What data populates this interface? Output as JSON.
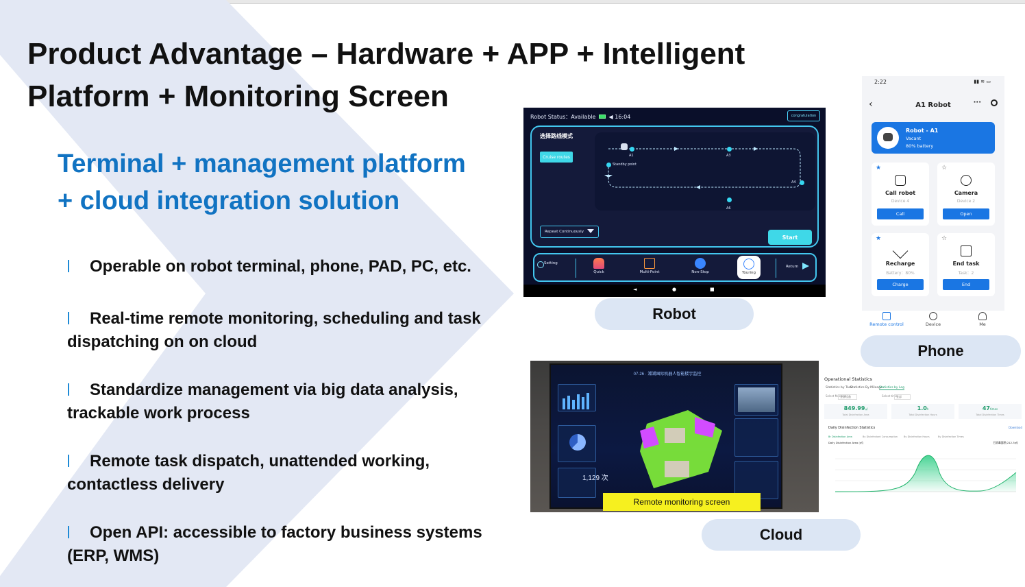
{
  "slide": {
    "title": "Product Advantage – Hardware + APP + Intelligent\nPlatform + Monitoring Screen",
    "subtitle": "Terminal + management platform\n+ cloud integration solution",
    "bullets": [
      "Operable on robot terminal, phone, PAD, PC, etc.",
      "Real-time remote monitoring, scheduling and task dispatching on on cloud",
      "Standardize management via big data analysis, trackable work process",
      "Remote task dispatch, unattended working, contactless delivery",
      "Open API: accessible to factory business systems (ERP, WMS)"
    ],
    "labels": {
      "robot": "Robot",
      "phone": "Phone",
      "cloud": "Cloud"
    },
    "colors": {
      "title": "#111111",
      "subtitle": "#1173c2",
      "bullet_bar": "#1e8ad6",
      "pill": "#dce6f4",
      "chevron": "#e3e8f4"
    }
  },
  "robot_screen": {
    "status": "Robot Status：Available",
    "battery_icon": "battery-icon",
    "time": "16:04",
    "badge": "congratulation",
    "mode_title": "选择路线模式",
    "cruise_button": "Cruise routes",
    "map_points": [
      "A1",
      "A3",
      "A4",
      "A6"
    ],
    "standby": "Standby point",
    "repeat": "Repeat Continuously",
    "start": "Start",
    "nav": [
      "Setting",
      "Quick",
      "Multi-Point",
      "Non-Stop",
      "Touring",
      "Return"
    ],
    "nav_active": "Touring",
    "android_nav": [
      "◄",
      "●",
      "■"
    ]
  },
  "phone_screen": {
    "time": "2:22",
    "status_icons": "▮▮ ≋ ▭",
    "title": "A1 Robot",
    "back": "‹",
    "more": "···",
    "robot_card": {
      "name": "Robot - A1",
      "status": "Vacant",
      "battery": "80% battery"
    },
    "tiles": [
      {
        "name": "Call robot",
        "sub": "Device 4",
        "button": "Call",
        "starred": true,
        "icon": "robot-icon"
      },
      {
        "name": "Camera",
        "sub": "Device 2",
        "button": "Open",
        "starred": false,
        "icon": "camera-icon"
      },
      {
        "name": "Recharge",
        "sub": "Battery：80%",
        "button": "Charge",
        "starred": true,
        "icon": "plug-icon"
      },
      {
        "name": "End task",
        "sub": "Task：2",
        "button": "End",
        "starred": false,
        "icon": "task-icon"
      }
    ],
    "tabs": [
      "Remote control",
      "Device",
      "Me"
    ],
    "active_tab": "Remote control"
  },
  "cloud_screen": {
    "photo_header": "07-26  ·  湘湖国际机器人智能楼宇监控",
    "counter": "1,129 次",
    "caption": "Remote monitoring screen"
  },
  "stats_screen": {
    "title": "Operational Statistics",
    "tabs": [
      "Statistics by Task",
      "Statistics By Mileage",
      "Statistics by Log"
    ],
    "active_tab": "Statistics by Log",
    "filters": [
      "Select Machine：",
      "全部设备",
      "Select time：",
      "全部"
    ],
    "kpis": [
      {
        "value": "849.99",
        "unit": "㎡",
        "label": "Total Disinfection Area"
      },
      {
        "value": "1.0",
        "unit": "h",
        "label": "Total Disinfection Hours"
      },
      {
        "value": "47",
        "unit": "times",
        "label": "Total Disinfection Times"
      }
    ],
    "daily_title": "Daily Disinfection Statistics",
    "download": "Download",
    "sub_tabs": [
      "Br Disinfection Area",
      "By Disinfectant Consumption",
      "By Disinfection Hours",
      "By Disinfection Times"
    ],
    "area_label": "Daily Disinfection Area  (㎡)",
    "right_label": "已消毒面积(212.3㎡)"
  }
}
